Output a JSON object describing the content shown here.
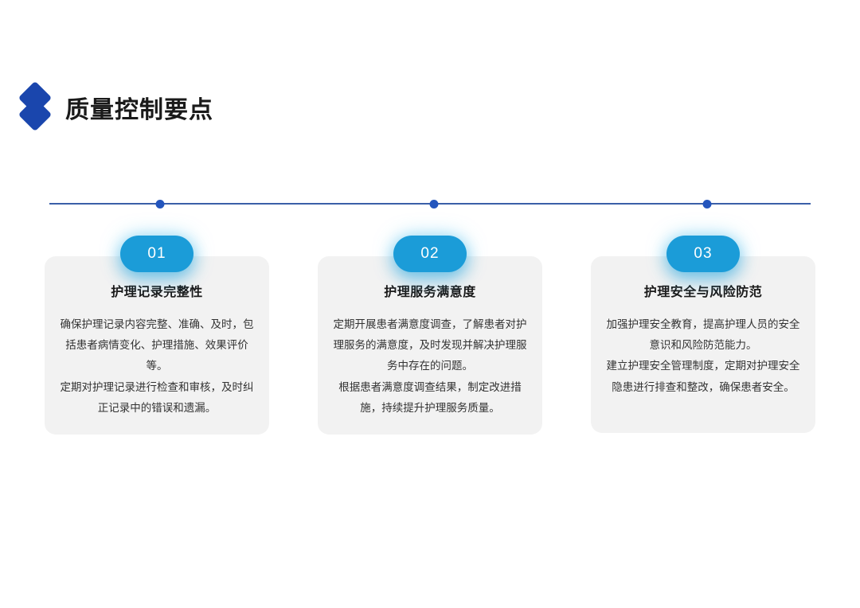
{
  "header": {
    "title": "质量控制要点",
    "logo_icon": "double-diamond-icon",
    "accent_color": "#1a46ad"
  },
  "timeline": {
    "line_color": "#3a5fa8",
    "dot_color": "#2355bd",
    "dots": [
      {
        "label": "01"
      },
      {
        "label": "02"
      },
      {
        "label": "03"
      }
    ]
  },
  "badges": {
    "bg_color": "#1b9cd8",
    "text_color": "#ffffff"
  },
  "cards": [
    {
      "number": "01",
      "title": "护理记录完整性",
      "paragraphs": [
        "确保护理记录内容完整、准确、及时，包括患者病情变化、护理措施、效果评价等。",
        "定期对护理记录进行检查和审核，及时纠正记录中的错误和遗漏。"
      ]
    },
    {
      "number": "02",
      "title": "护理服务满意度",
      "paragraphs": [
        "定期开展患者满意度调查，了解患者对护理服务的满意度，及时发现并解决护理服务中存在的问题。",
        "根据患者满意度调查结果，制定改进措施，持续提升护理服务质量。"
      ]
    },
    {
      "number": "03",
      "title": "护理安全与风险防范",
      "paragraphs": [
        "加强护理安全教育，提高护理人员的安全意识和风险防范能力。",
        "建立护理安全管理制度，定期对护理安全隐患进行排查和整改，确保患者安全。"
      ]
    }
  ],
  "theme": {
    "background": "#ffffff",
    "card_background": "#f2f2f2",
    "title_color": "#1a1a1a",
    "body_color": "#333333"
  }
}
